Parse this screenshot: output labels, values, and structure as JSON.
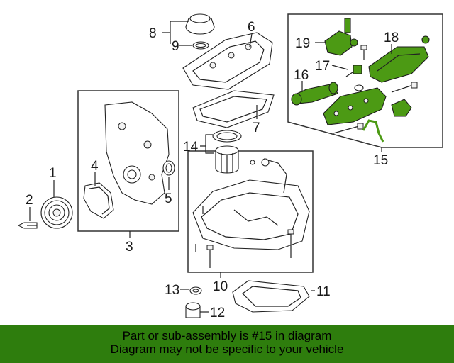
{
  "diagram": {
    "callouts": {
      "c1": "1",
      "c2": "2",
      "c3": "3",
      "c4": "4",
      "c5": "5",
      "c6": "6",
      "c7": "7",
      "c8": "8",
      "c9": "9",
      "c10": "10",
      "c11": "11",
      "c12": "12",
      "c13": "13",
      "c14": "14",
      "c15": "15",
      "c16": "16",
      "c17": "17",
      "c18": "18",
      "c19": "19"
    },
    "highlight_color": "#4c9a14"
  },
  "banner": {
    "line1": "Part or sub-assembly is #15 in diagram",
    "line2": "Diagram may not be specific to your vehicle",
    "background": "#2e7d0d"
  }
}
